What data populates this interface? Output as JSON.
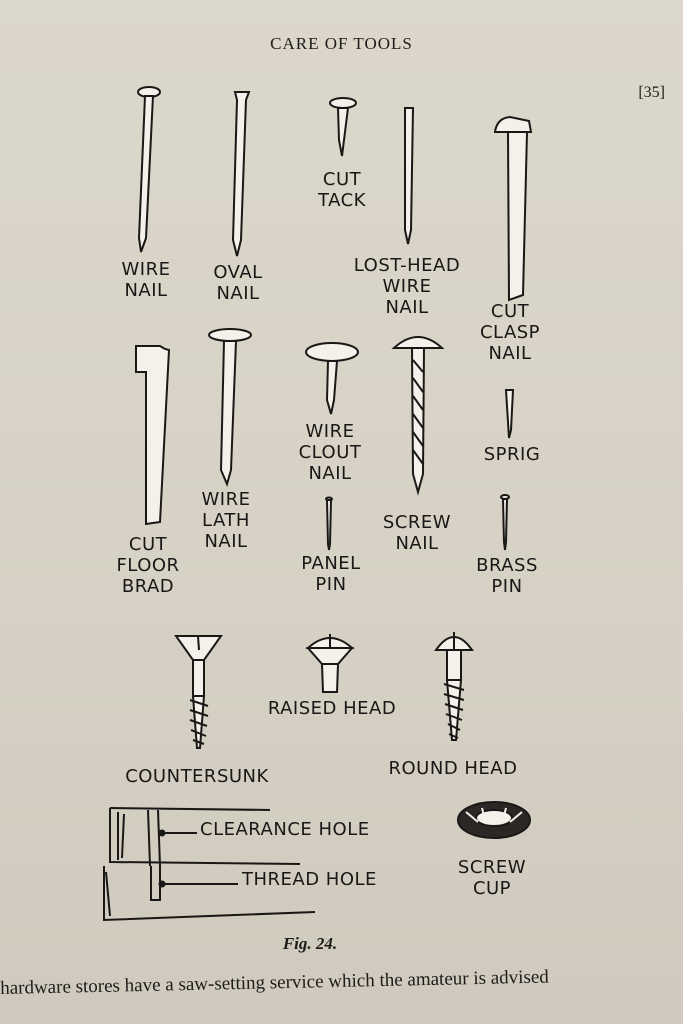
{
  "header": "CARE OF TOOLS",
  "page_number": "[35]",
  "labels": {
    "wire_nail": "WIRE\nNAIL",
    "oval_nail": "OVAL\nNAIL",
    "cut_tack": "CUT\nTACK",
    "lost_head_wire_nail": "LOST-HEAD\nWIRE\nNAIL",
    "cut_clasp_nail": "CUT\nCLASP\nNAIL",
    "wire_clout_nail": "WIRE\nCLOUT\nNAIL",
    "sprig": "SPRIG",
    "cut_floor_brad": "CUT\nFLOOR\nBRAD",
    "wire_lath_nail": "WIRE\nLATH\nNAIL",
    "screw_nail": "SCREW\nNAIL",
    "panel_pin": "PANEL\nPIN",
    "brass_pin": "BRASS\nPIN",
    "raised_head": "RAISED HEAD",
    "countersunk": "COUNTERSUNK",
    "round_head": "ROUND HEAD",
    "clearance_hole": "CLEARANCE HOLE",
    "thread_hole": "THREAD HOLE",
    "screw_cup": "SCREW\nCUP"
  },
  "caption": "Fig. 24.",
  "body_text": "hardware stores have a saw-setting service which the amateur is advised"
}
